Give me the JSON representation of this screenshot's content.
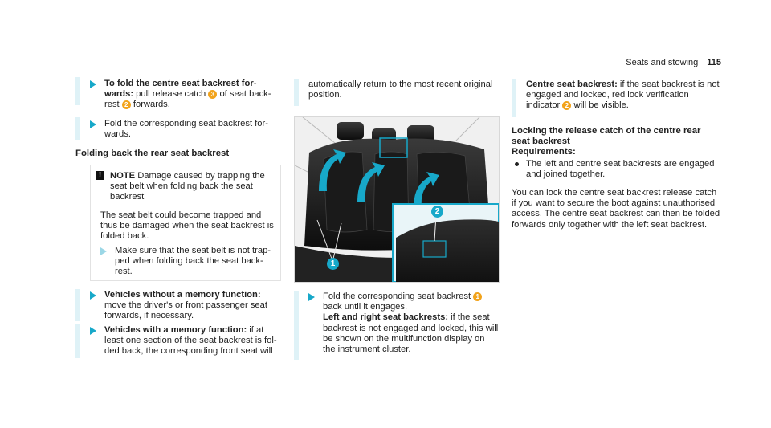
{
  "header": {
    "section": "Seats and stowing",
    "page": "115"
  },
  "left": {
    "step1_bold": "To fold the centre seat backrest for­wards:",
    "step1_a": " pull release catch ",
    "step1_b": " of seat back­rest ",
    "step1_c": " forwards.",
    "step1_num3": "3",
    "step1_num2": "2",
    "step2": "Fold the corresponding seat backrest for­wards.",
    "heading": "Folding back the rear seat backrest",
    "note_label": "NOTE",
    "note_title": "Damage caused by trapping the seat belt when folding back the seat backrest",
    "note_body": "The seat belt could become trapped and thus be damaged when the seat backrest is folded back.",
    "note_step": "Make sure that the seat belt is not trap­ped when folding back the seat back­rest.",
    "step3_bold": "Vehicles without a memory function:",
    "step3_text": " move the driver's or front passenger seat for­wards, if necessary.",
    "step4_bold": "Vehicles with a memory function:",
    "step4_text": " if at least one section of the seat backrest is fol­ded back, the corresponding front seat will"
  },
  "middle": {
    "cont": "automatically return to the most recent origi­nal position.",
    "step_a": "Fold the corresponding seat backrest ",
    "step_num1": "1",
    "step_b": " back until it engages.",
    "lr_bold": "Left and right seat backrests:",
    "lr_text": " if the seat backrest is not engaged and locked, this will be shown on the multifunction display on the instrument cluster."
  },
  "figure": {
    "callout1": "1",
    "callout2": "2"
  },
  "right": {
    "centre_bold": "Centre seat backrest:",
    "centre_a": " if the seat backrest is not engaged and locked, red lock verification indicator ",
    "centre_num": "2",
    "centre_b": " will be visible.",
    "heading": "Locking the release catch of the centre rear seat backrest",
    "req": "Requirements:",
    "req_item": "The left and centre seat backrests are engaged and joined together.",
    "body": "You can lock the centre seat backrest release catch if you want to secure the boot against unauthorised access. The centre seat backrest can then be folded forwards only together with the left seat backrest."
  },
  "colors": {
    "accent": "#17a8c9",
    "bar": "#dff2f7",
    "callout": "#f2a31b"
  }
}
